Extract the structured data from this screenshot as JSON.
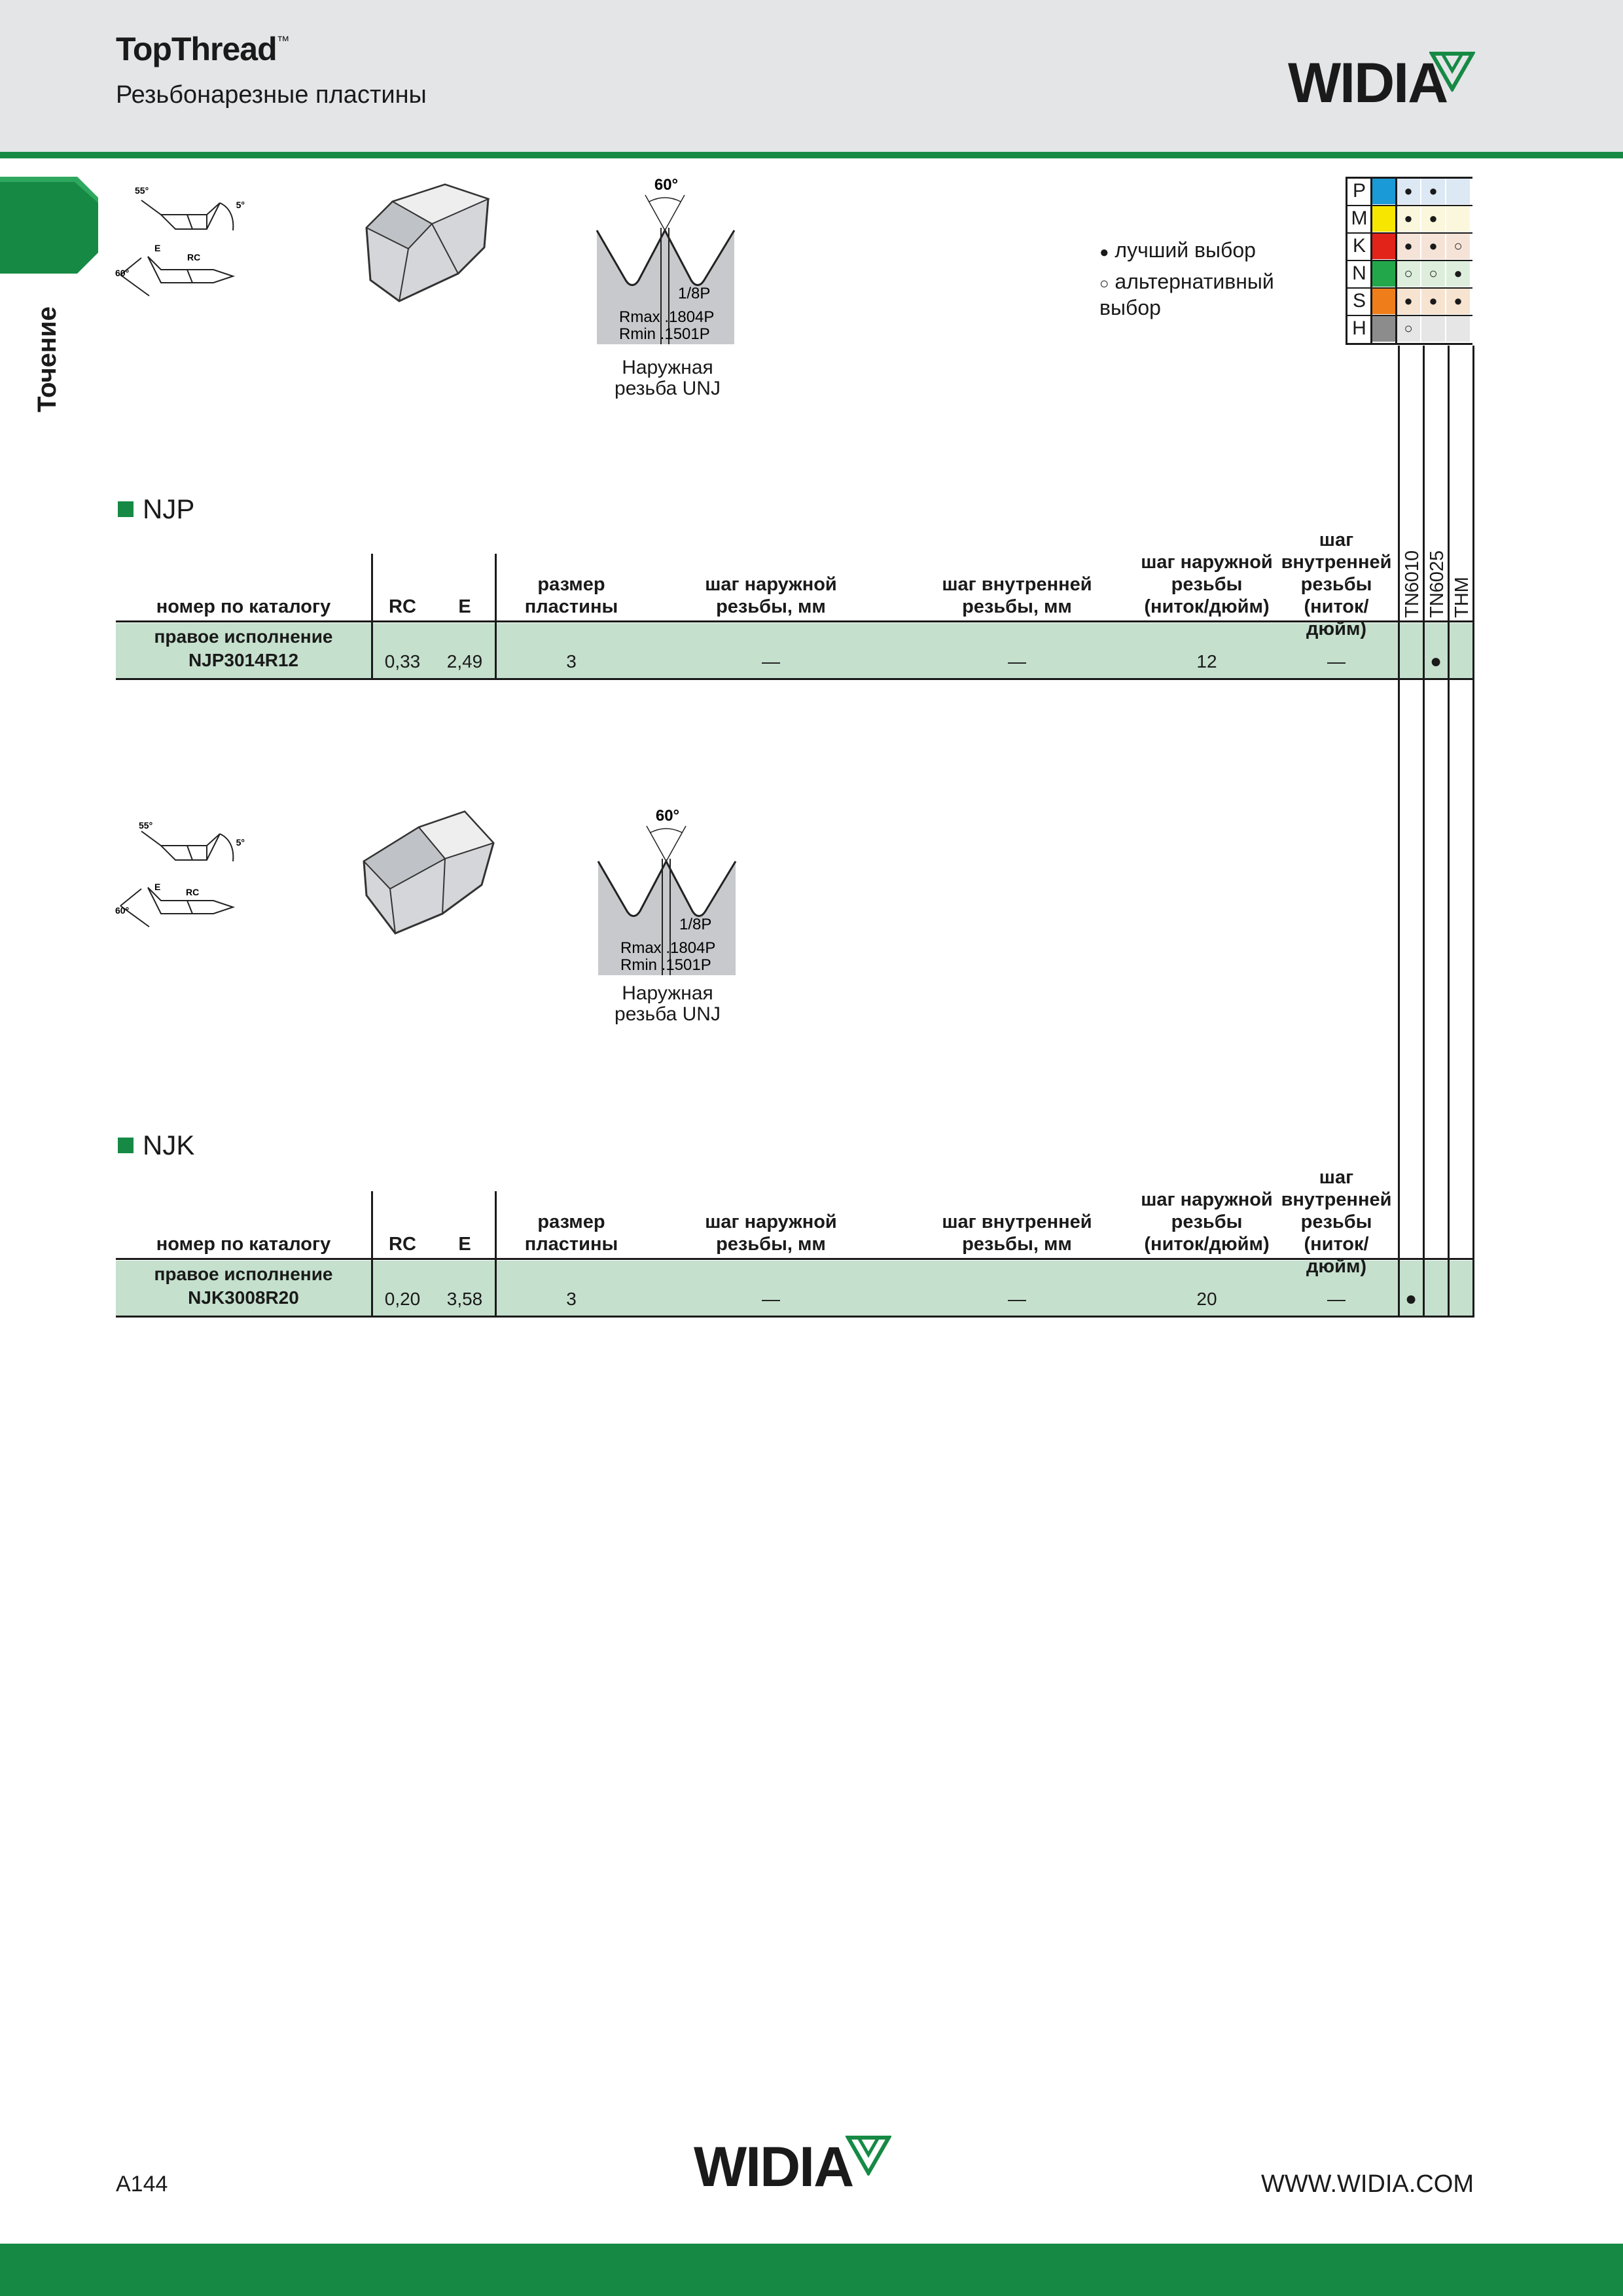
{
  "header": {
    "title": "TopThread",
    "trademark": "™",
    "subtitle": "Резьбонарезные пластины",
    "logo": "WIDIA"
  },
  "side_tab": {
    "label": "Точение"
  },
  "legend": {
    "best": "лучший выбор",
    "alternative": "альтернативный выбор",
    "best_symbol": "●",
    "alternative_symbol": "○"
  },
  "materials": {
    "grades": [
      "TN6010",
      "TN6025",
      "THM"
    ],
    "rows": [
      {
        "letter": "P",
        "color": "#1a9ad6",
        "marks": [
          "●",
          "●",
          ""
        ]
      },
      {
        "letter": "M",
        "color": "#f7e600",
        "marks": [
          "●",
          "●",
          ""
        ]
      },
      {
        "letter": "K",
        "color": "#e2231a",
        "marks": [
          "●",
          "●",
          "○"
        ]
      },
      {
        "letter": "N",
        "color": "#22a84a",
        "marks": [
          "○",
          "○",
          "●"
        ]
      },
      {
        "letter": "S",
        "color": "#ef7d1a",
        "marks": [
          "●",
          "●",
          "●"
        ]
      },
      {
        "letter": "H",
        "color": "#8c8c8c",
        "marks": [
          "○",
          "",
          ""
        ]
      }
    ]
  },
  "drawing": {
    "angle_55": "55°",
    "angle_5": "5°",
    "angle_60": "60°",
    "label_e": "E",
    "label_rc": "RC",
    "thread_angle": "60°",
    "pitch": "1/8P",
    "rmax": "Rmax .1804P",
    "rmin": "Rmin .1501P",
    "caption_line1": "Наружная",
    "caption_line2": "резьба UNJ"
  },
  "columns": {
    "catalog": "номер по каталогу",
    "rc": "RC",
    "e": "E",
    "size_l1": "размер",
    "size_l2": "пластины",
    "ext_mm_l1": "шаг наружной",
    "ext_mm_l2": "резьбы, мм",
    "int_mm_l1": "шаг внутренней",
    "int_mm_l2": "резьбы, мм",
    "ext_tpi_l1": "шаг наружной",
    "ext_tpi_l2": "резьбы",
    "ext_tpi_l3": "(ниток/дюйм)",
    "int_tpi_l1": "шаг",
    "int_tpi_l2": "внутренней",
    "int_tpi_l3": "резьбы",
    "int_tpi_l4": "(ниток/дюйм)"
  },
  "sections": [
    {
      "title": "NJP",
      "row": {
        "hand": "правое исполнение",
        "catalog": "NJP3014R12",
        "rc": "0,33",
        "e": "2,49",
        "size": "3",
        "ext_mm": "—",
        "int_mm": "—",
        "ext_tpi": "12",
        "int_tpi": "—",
        "grades": [
          "",
          "●",
          ""
        ]
      }
    },
    {
      "title": "NJK",
      "row": {
        "hand": "правое исполнение",
        "catalog": "NJK3008R20",
        "rc": "0,20",
        "e": "3,58",
        "size": "3",
        "ext_mm": "—",
        "int_mm": "—",
        "ext_tpi": "20",
        "int_tpi": "—",
        "grades": [
          "●",
          "",
          ""
        ]
      }
    }
  ],
  "footer": {
    "page": "A144",
    "url": "WWW.WIDIA.COM",
    "logo": "WIDIA"
  }
}
